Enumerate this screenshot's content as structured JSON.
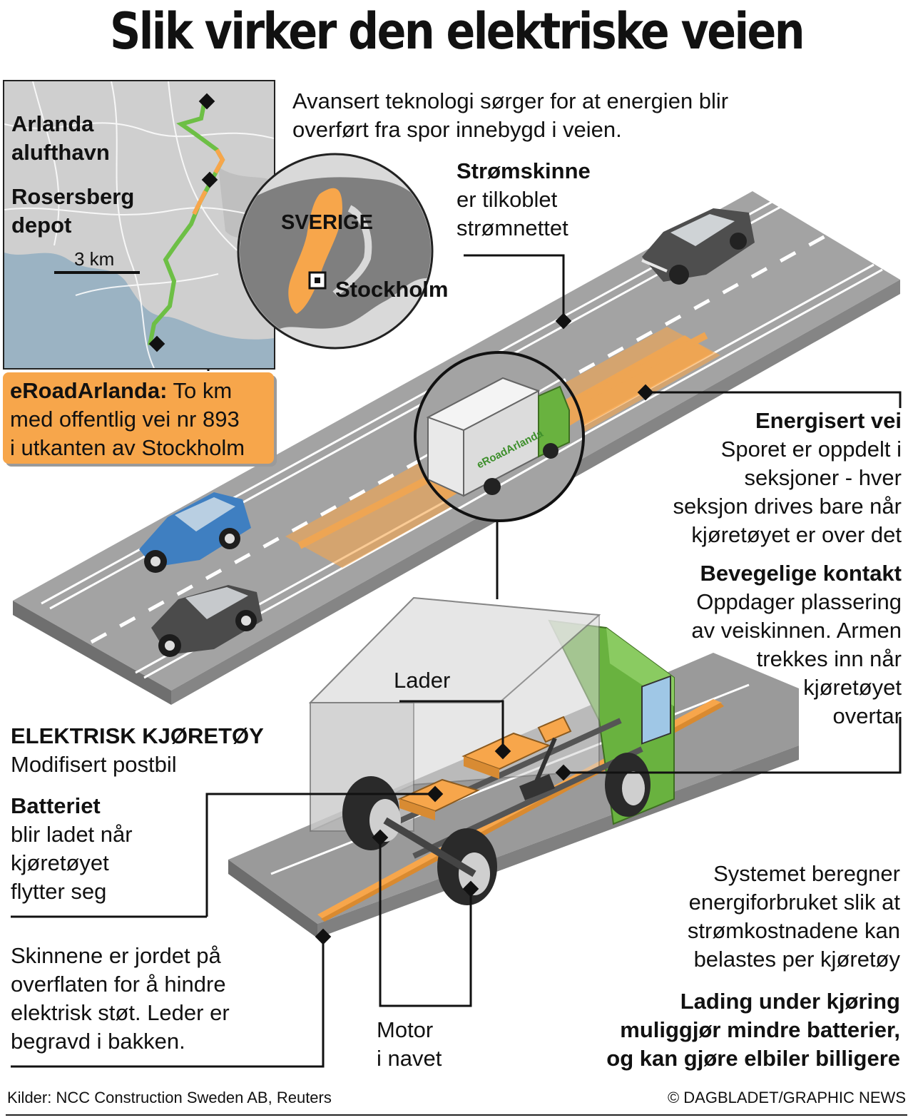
{
  "title": "Slik virker den elektriske veien",
  "intro": {
    "line1": "Avansert teknologi sørger for at energien blir",
    "line2": "overført fra spor innebygd i veien."
  },
  "map": {
    "label_arlanda_1": "Arlanda",
    "label_arlanda_2": "alufthavn",
    "label_rosersberg_1": "Rosersberg",
    "label_rosersberg_2": "depot",
    "scale": "3 km",
    "globe_country": "SVERIGE",
    "globe_city": "Stockholm"
  },
  "info": {
    "name": "eRoadArlanda:",
    "text1": "To km",
    "text2": "med offentlig vei nr 893",
    "text3": "i utkanten av Stockholm"
  },
  "stromskinne": {
    "heading": "Strømskinne",
    "line1": "er tilkoblet",
    "line2": "strømnettet"
  },
  "energisert": {
    "heading": "Energisert vei",
    "line1": "Sporet er oppdelt i",
    "line2": "seksjoner - hver",
    "line3": "seksjon drives bare når",
    "line4": "kjøretøyet er over det"
  },
  "kontakt": {
    "heading": "Bevegelige kontakt",
    "line1": "Oppdager plassering",
    "line2": "av veiskinnen. Armen",
    "line3": "trekkes inn når",
    "line4": "kjøretøyet",
    "line5": "overtar"
  },
  "lader": "Lader",
  "truck_brand": "eRoadArlanda",
  "vehicle": {
    "heading": "ELEKTRISK KJØRETØY",
    "sub": "Modifisert postbil"
  },
  "batteri": {
    "heading": "Batteriet",
    "line1": "blir ladet når",
    "line2": "kjøretøyet",
    "line3": "flytter seg"
  },
  "skinnene": {
    "line1": "Skinnene er jordet på",
    "line2": "overflaten for å hindre",
    "line3": "elektrisk støt. Leder er",
    "line4": "begravd i bakken."
  },
  "motor": {
    "line1": "Motor",
    "line2": "i navet"
  },
  "systemet": {
    "line1": "Systemet beregner",
    "line2": "energiforbruket slik at",
    "line3": "strømkostnadene kan",
    "line4": "belastes per kjøretøy"
  },
  "lading": {
    "line1": "Lading under kjøring",
    "line2": "muliggjør mindre batterier,",
    "line3": "og kan gjøre elbiler billigere"
  },
  "footer": {
    "sources": "Kilder: NCC Construction Sweden AB, Reuters",
    "credit": "© DAGBLADET/GRAPHIC NEWS"
  },
  "colors": {
    "orange": "#f7a64b",
    "road": "#9d9d9d",
    "truck_green": "#69b23f",
    "blue_car": "#3f7fc1",
    "dark_car": "#4a4a4a",
    "route_green": "#6dbf45"
  }
}
